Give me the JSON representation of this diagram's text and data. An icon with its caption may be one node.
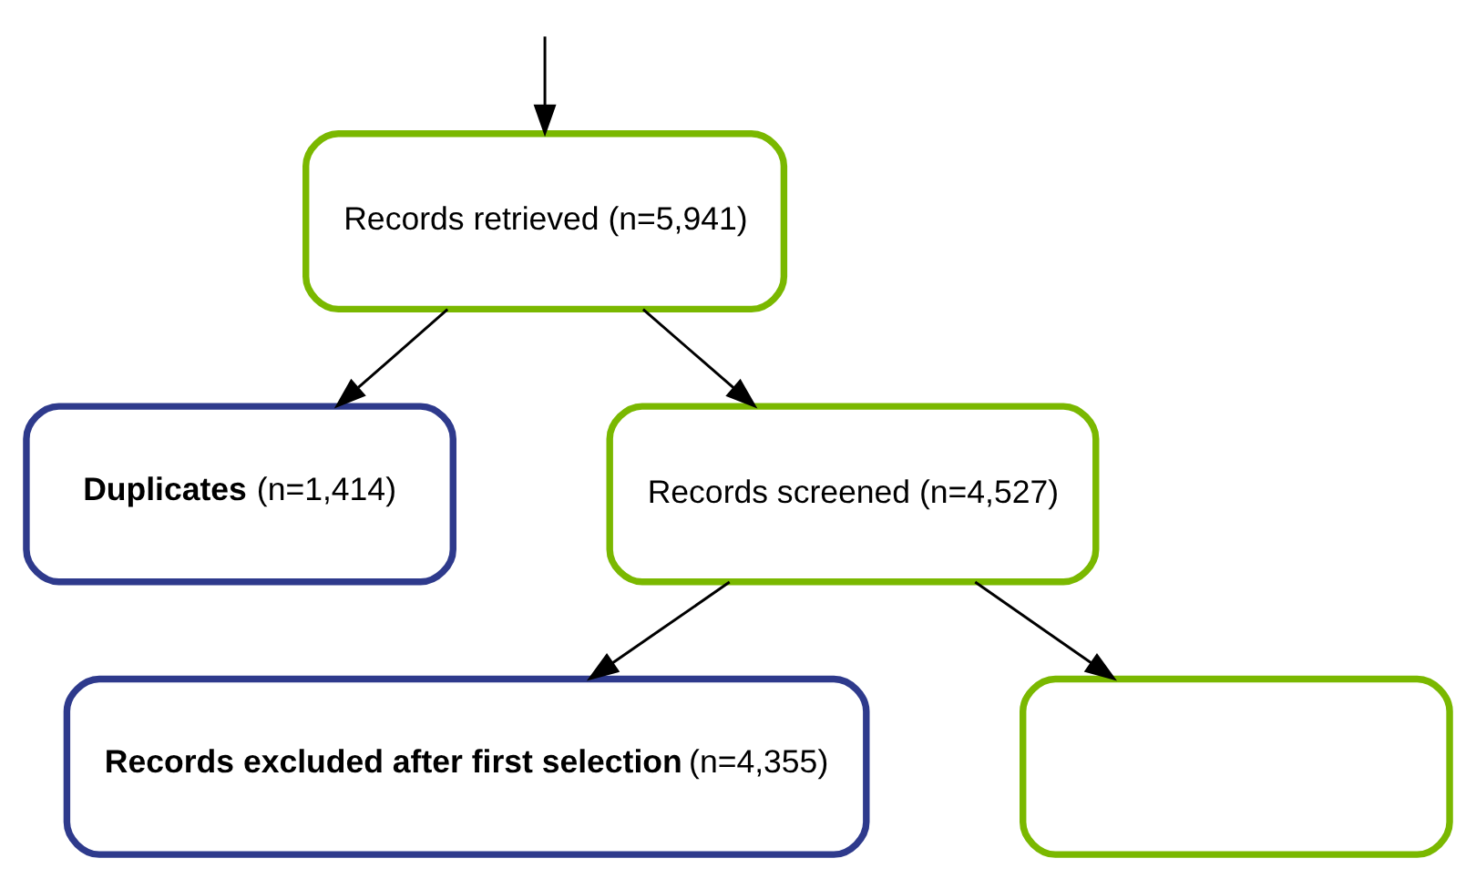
{
  "diagram": {
    "nodes": [
      {
        "text": [
          "Records retrieved (n=5,941)"
        ]
      },
      {
        "text": [
          "**Duplicates** (n=1,414)"
        ]
      },
      {
        "text": [
          "Records screened (n=4,527)"
        ]
      },
      {
        "text": [
          "**Records excluded after first selection** (n=4,355)"
        ]
      },
      {
        "text": [],
        "shape": "box"
      }
    ],
    "edges": [
      {
        "from": null,
        "to": 0,
        "arrow": "to"
      },
      {
        "from": 0,
        "to": 2,
        "arrow": "to"
      },
      {
        "from": 0,
        "to": 1,
        "arrow": "to"
      },
      {
        "from": 2,
        "to": 4,
        "arrow": "to"
      },
      {
        "from": 2,
        "to": 3,
        "arrow": "to"
      }
    ]
  }
}
